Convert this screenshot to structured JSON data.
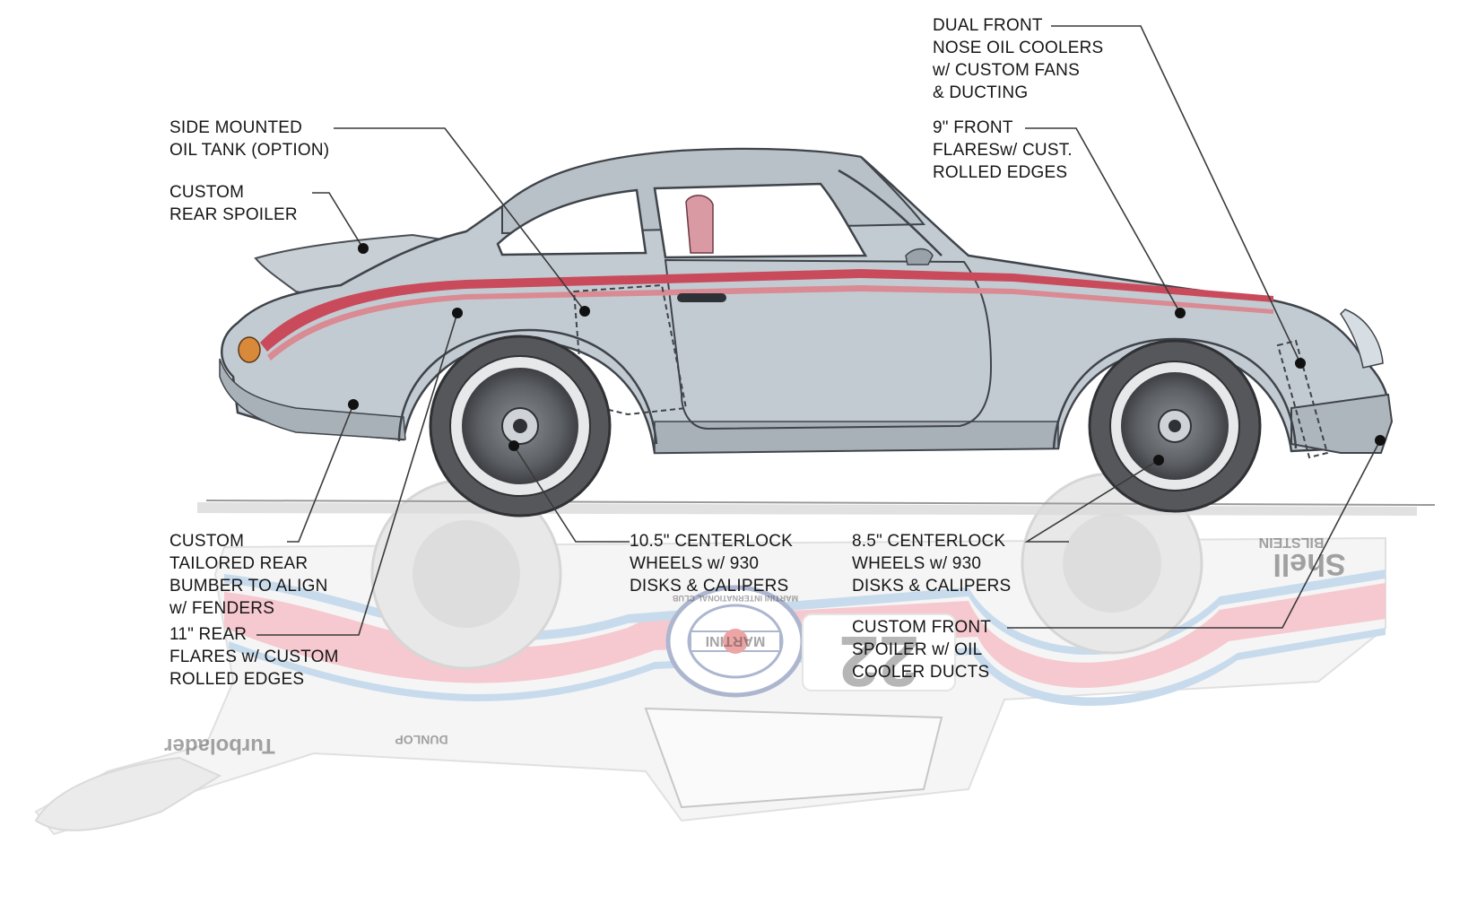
{
  "colors": {
    "body": "#c3cbd2",
    "stripe_red": "#c94a5b",
    "stripe_pink": "#d98a93",
    "reflection_red": "#f0aeb6",
    "reflection_blue": "#a8c7e4",
    "leader": "#3a3a3a",
    "tire": "#55575b"
  },
  "callouts": {
    "side_tank": [
      "SIDE MOUNTED",
      "OIL TANK (OPTION)"
    ],
    "rear_spoiler": [
      "CUSTOM",
      "REAR SPOILER"
    ],
    "rear_bumper": [
      "CUSTOM",
      "TAILORED REAR",
      "BUMBER TO ALIGN",
      "w/ FENDERS"
    ],
    "rear_flares": [
      "11\" REAR",
      "FLARES w/ CUSTOM",
      "ROLLED EDGES"
    ],
    "rear_wheels": [
      "10.5\" CENTERLOCK",
      "WHEELS w/ 930",
      "DISKS & CALIPERS"
    ],
    "front_wheels": [
      "8.5\" CENTERLOCK",
      "WHEELS w/ 930",
      "DISKS & CALIPERS"
    ],
    "front_spoiler": [
      "CUSTOM FRONT",
      "SPOILER w/ OIL",
      "COOLER DUCTS"
    ],
    "oil_coolers": [
      "DUAL FRONT",
      "NOSE OIL COOLERS",
      "w/ CUSTOM FANS",
      "& DUCTING"
    ],
    "front_flares": [
      "9\" FRONT",
      "FLARESw/ CUST.",
      "ROLLED EDGES"
    ]
  },
  "reflection": {
    "sponsor_shell": "Shell",
    "sponsor_bilstein": "BILSTEIN",
    "sponsor_martini": "MARTINI",
    "martini_ring": "MARTINI INTERNATIONAL CLUB",
    "sponsor_turbo": "Turbolader",
    "sponsor_dunlop": "DUNLOP",
    "race_number": "22"
  }
}
